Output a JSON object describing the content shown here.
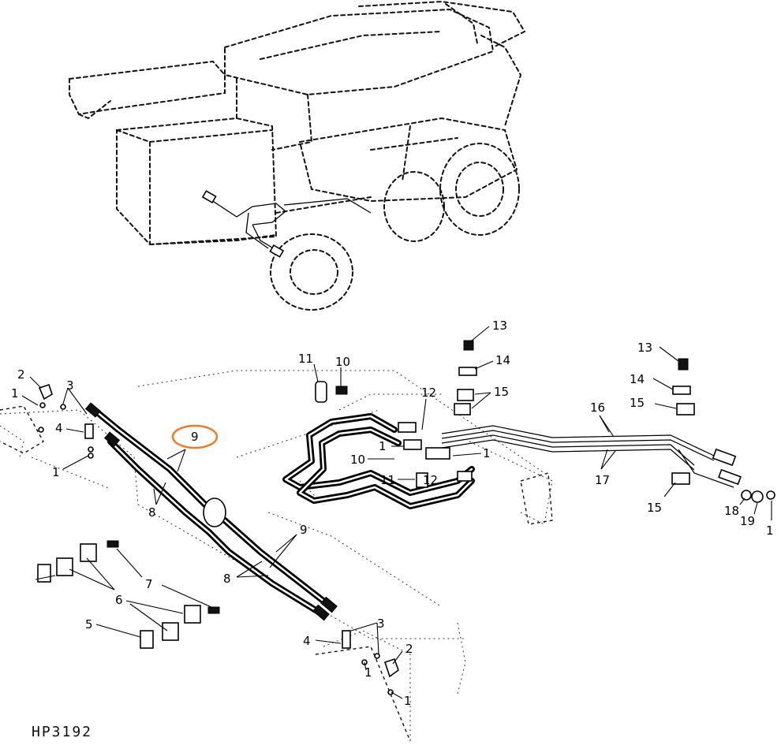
{
  "figure_code": "HP3192",
  "callouts": [
    {
      "id": "c-2-left",
      "label": "2"
    },
    {
      "id": "c-1-left-top",
      "label": "1"
    },
    {
      "id": "c-3-left",
      "label": "3"
    },
    {
      "id": "c-4-left",
      "label": "4"
    },
    {
      "id": "c-1-left-bottom",
      "label": "1"
    },
    {
      "id": "c-9-highlighted",
      "label": "9"
    },
    {
      "id": "c-8-upper",
      "label": "8"
    },
    {
      "id": "c-7",
      "label": "7"
    },
    {
      "id": "c-6",
      "label": "6"
    },
    {
      "id": "c-5",
      "label": "5"
    },
    {
      "id": "c-9-lower",
      "label": "9"
    },
    {
      "id": "c-8-lower",
      "label": "8"
    },
    {
      "id": "c-3-right",
      "label": "3"
    },
    {
      "id": "c-4-right",
      "label": "4"
    },
    {
      "id": "c-2-right",
      "label": "2"
    },
    {
      "id": "c-1-right-a",
      "label": "1"
    },
    {
      "id": "c-1-right-b",
      "label": "1"
    },
    {
      "id": "c-11-top",
      "label": "11"
    },
    {
      "id": "c-10-top",
      "label": "10"
    },
    {
      "id": "c-12-top",
      "label": "12"
    },
    {
      "id": "c-1-center-a",
      "label": "1"
    },
    {
      "id": "c-10-center",
      "label": "10"
    },
    {
      "id": "c-11-center",
      "label": "11"
    },
    {
      "id": "c-12-center",
      "label": "12"
    },
    {
      "id": "c-1-center-b",
      "label": "1"
    },
    {
      "id": "c-13-center",
      "label": "13"
    },
    {
      "id": "c-14-center",
      "label": "14"
    },
    {
      "id": "c-15-center",
      "label": "15"
    },
    {
      "id": "c-16",
      "label": "16"
    },
    {
      "id": "c-17",
      "label": "17"
    },
    {
      "id": "c-13-right",
      "label": "13"
    },
    {
      "id": "c-14-right",
      "label": "14"
    },
    {
      "id": "c-15-right-top",
      "label": "15"
    },
    {
      "id": "c-15-right-bottom",
      "label": "15"
    },
    {
      "id": "c-18",
      "label": "18"
    },
    {
      "id": "c-19",
      "label": "19"
    },
    {
      "id": "c-1-far-right",
      "label": "1"
    }
  ],
  "highlight_color": "#f07a2a"
}
